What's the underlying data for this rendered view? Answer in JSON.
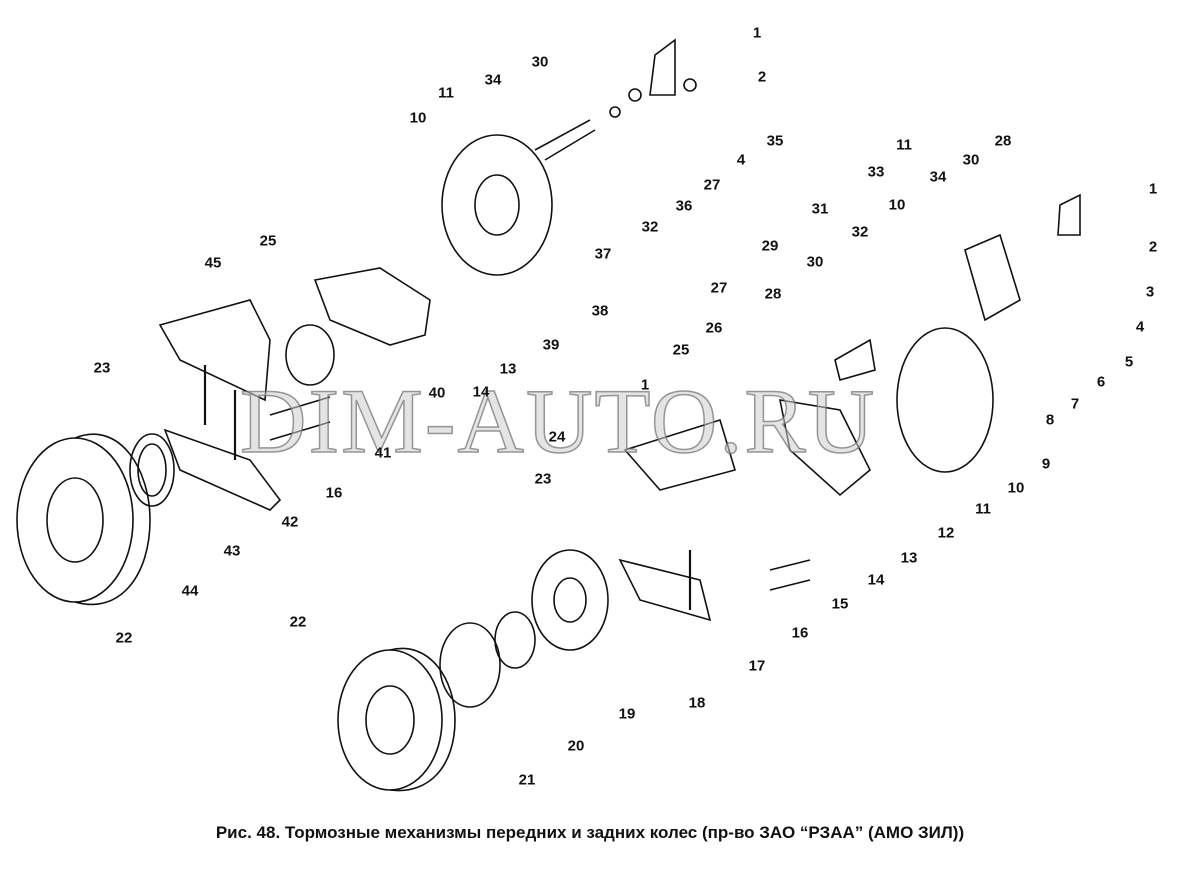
{
  "caption": "Рис. 48. Тормозные механизмы передних и задних колес (пр-во ЗАО  “РЗАА” (АМО ЗИЛ))",
  "watermark": "DIM-AUTO.RU",
  "callouts": [
    "1",
    "2",
    "35",
    "4",
    "27",
    "36",
    "32",
    "37",
    "30",
    "34",
    "11",
    "10",
    "38",
    "39",
    "40",
    "13",
    "14",
    "25",
    "45",
    "23",
    "41",
    "16",
    "42",
    "43",
    "44",
    "22",
    "1",
    "2",
    "3",
    "4",
    "5",
    "6",
    "7",
    "8",
    "9",
    "10",
    "11",
    "12",
    "28",
    "30",
    "34",
    "11",
    "33",
    "10",
    "32",
    "31",
    "29",
    "30",
    "28",
    "27",
    "26",
    "25",
    "1",
    "24",
    "23",
    "13",
    "14",
    "15",
    "16",
    "17",
    "18",
    "19",
    "20",
    "21",
    "22"
  ]
}
